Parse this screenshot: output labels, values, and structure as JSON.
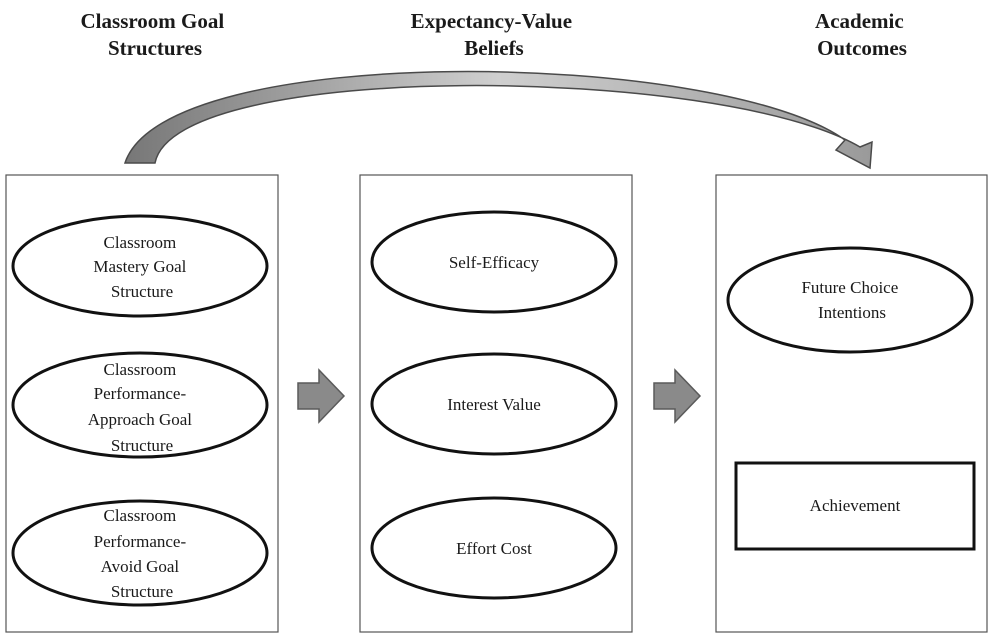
{
  "headers": {
    "goal": [
      "Classroom  Goal",
      "Structures"
    ],
    "ev": [
      "Expectancy-Value",
      "Beliefs"
    ],
    "outcomes": [
      "Academic",
      "Outcomes"
    ]
  },
  "nodes": {
    "mastery": [
      "Classroom",
      "Mastery Goal",
      "Structure"
    ],
    "perf_approach": [
      "Classroom",
      "Performance-",
      "Approach Goal",
      "Structure"
    ],
    "perf_avoid": [
      "Classroom",
      "Performance-",
      "Avoid Goal",
      "Structure"
    ],
    "self_efficacy": [
      "Self-Efficacy"
    ],
    "interest_value": [
      "Interest Value"
    ],
    "effort_cost": [
      "Effort Cost"
    ],
    "future_choice": [
      "Future Choice",
      "Intentions"
    ],
    "achievement": [
      "Achievement"
    ]
  },
  "colors": {
    "arrow_fill": "#8a8a8a",
    "outline": "#111111",
    "panel_border": "#555555"
  }
}
